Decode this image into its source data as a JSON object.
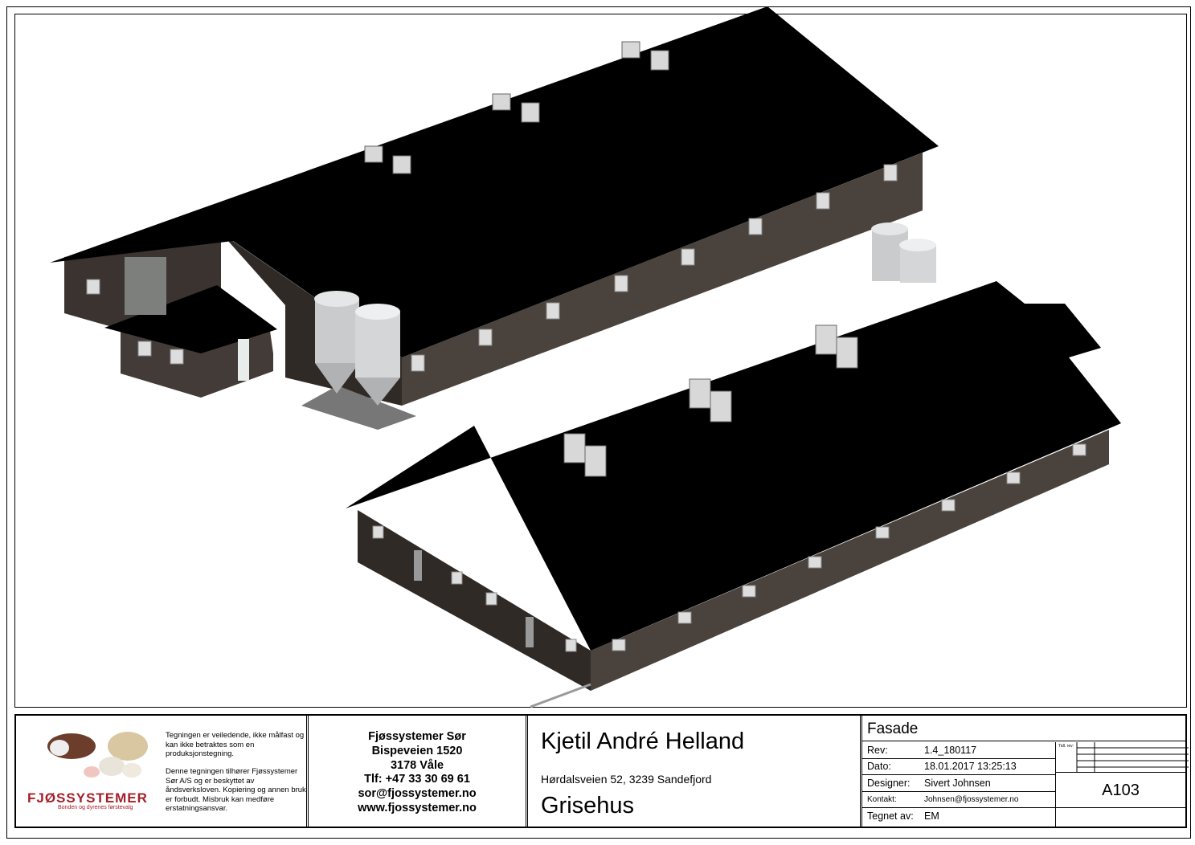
{
  "logo": {
    "name": "FJØSSYSTEMER",
    "tagline": "Bonden og dyrenes førstevalg"
  },
  "disclaimer": {
    "note1": "Tegningen er veiledende, ikke målfast og kan ikke betraktes som en produksjonstegning.",
    "note2": "Denne tegningen tilhører Fjøssystemer Sør A/S og er beskyttet av åndsverksloven. Kopiering og annen bruk er forbudt. Misbruk kan medføre erstatningsansvar."
  },
  "company": {
    "name": "Fjøssystemer Sør",
    "street": "Bispeveien 1520",
    "postal": "3178 Våle",
    "phone": "Tlf: +47 33 30 69 61",
    "email": "sor@fjossystemer.no",
    "web": "www.fjossystemer.no"
  },
  "client": {
    "name": "Kjetil André Helland",
    "address": "Hørdalsveien 52, 3239 Sandefjord",
    "project": "Grisehus"
  },
  "sheet": {
    "title": "Fasade",
    "rev_label": "Rev:",
    "rev": "1.4_180117",
    "date_label": "Dato:",
    "date": "18.01.2017 13:25:13",
    "designer_label": "Designer:",
    "designer": "Sivert Johnsen",
    "contact_label": "Kontakt:",
    "contact": "Johnsen@fjossystemer.no",
    "drawn_label": "Tegnet av:",
    "drawn": "EM",
    "prev_rev_label": "Tidl. rev:",
    "number": "A103"
  }
}
